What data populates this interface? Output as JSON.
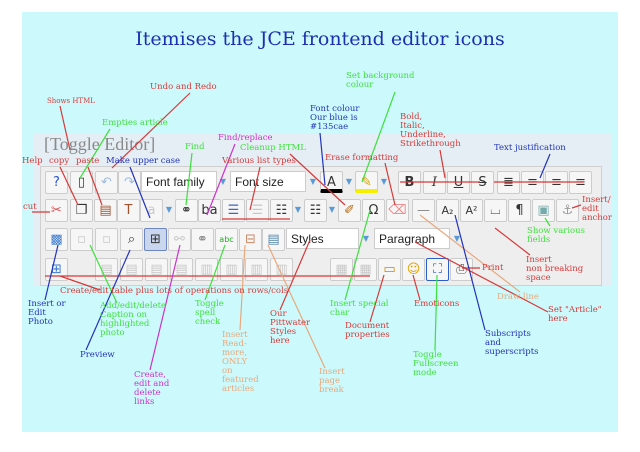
{
  "title": "Itemises the JCE frontend editor icons",
  "toggle_editor": "[Toggle Editor]",
  "toolbar": {
    "font_family": "Font family",
    "font_size": "Font size",
    "styles": "Styles",
    "paragraph": "Paragraph",
    "bold": "B",
    "italic": "I",
    "underline": "U",
    "strike": "S",
    "sub": "A₂",
    "sup": "A²",
    "special": "Ω",
    "para": "¶",
    "help": "?",
    "abc": "abc"
  },
  "annotations": [
    "Shows HTML",
    "Undo and Redo",
    "Empties article",
    "Help",
    "Make upper case",
    "Find",
    "Find/replace",
    "Cleanup HTML",
    "Set background colour",
    "Font colour\nOur blue is\n#135cae",
    "Bold,\nItalic,\nUnderline,\nStrikethrough",
    "Erase formatting",
    "Text justification",
    "cut",
    "copy",
    "paste",
    "Various list types",
    "Insert/\nedit\nanchor",
    "Show various\nfields",
    "Set \"Article\" here",
    "Insert\nnon breaking\nspace",
    "Print",
    "Create/edit table plus lots of operations on rows/cols",
    "Draw line",
    "Insert or\nEdit\nPhoto",
    "Add/edit/delete\nCaption on\nhighlighted\nphoto",
    "Preview",
    "Create,\nedit and\ndelete\nlinks",
    "Toggle\nspell\ncheck",
    "Insert\nRead-\nmore,\nONLY\non\nfeatured\narticles",
    "Our\nPittwater\nStyles\nhere",
    "Insert special\nchar",
    "Insert\npage\nbreak",
    "Emoticons",
    "Document\nproperties",
    "Toggle\nFullscreen\nmode",
    "Subscripts\nand\nsuperscripts"
  ],
  "colors": {
    "red": "#d63a3a",
    "green": "#3ee03e",
    "blue": "#2233bb",
    "magenta": "#cc33cc",
    "orange": "#e8a87c",
    "font_colour": "#135cae"
  }
}
